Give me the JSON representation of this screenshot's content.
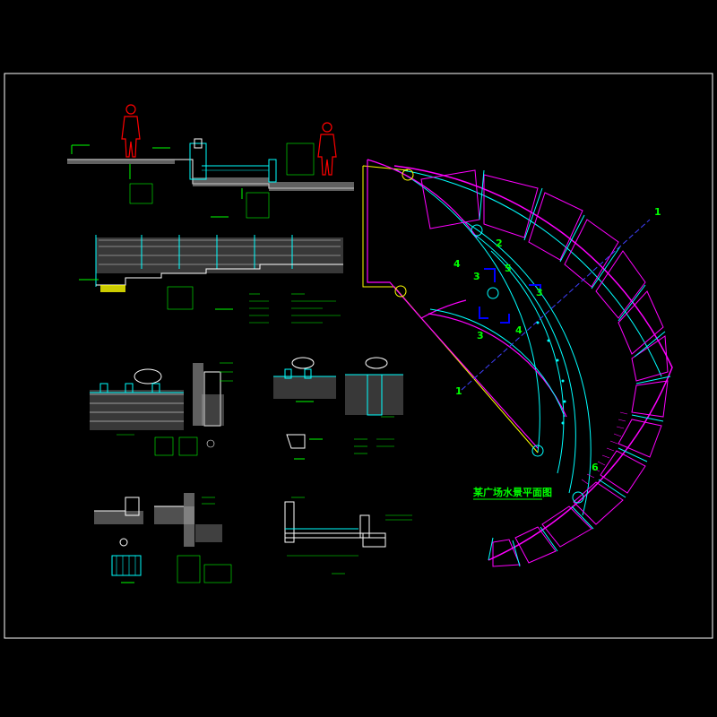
{
  "drawing": {
    "plan_title": "某广场水景平面图",
    "section_markers": [
      "1",
      "2",
      "3",
      "4",
      "5",
      "6"
    ],
    "colors": {
      "background": "#000000",
      "frame": "#ffffff",
      "cyan": "#00ffff",
      "magenta": "#ff00ff",
      "green": "#00ff00",
      "yellow": "#ffff00",
      "red": "#ff0000",
      "blue": "#4040ff",
      "white": "#ffffff",
      "gray": "#a0a0a0"
    },
    "marker_labels": {
      "m1_top": "1",
      "m1_bottom": "1",
      "m2": "2",
      "m3_left": "3",
      "m3_right": "3",
      "m3_lower": "3",
      "m4_left": "4",
      "m4_right": "4",
      "m5": "5",
      "m6": "6"
    }
  }
}
